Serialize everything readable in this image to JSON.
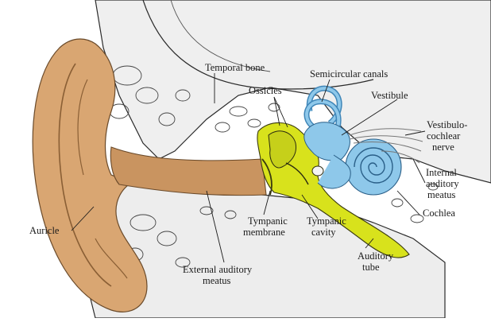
{
  "labels": {
    "temporal_bone": "Temporal bone",
    "semicircular_canals": "Semicircular canals",
    "ossicles": "Ossicles",
    "vestibule": "Vestibule",
    "vestibulocochlear_line1": "Vestibulo-",
    "vestibulocochlear_line2": "cochlear",
    "vestibulocochlear_line3": "nerve",
    "internal_meatus_line1": "Internal",
    "internal_meatus_line2": "auditory",
    "internal_meatus_line3": "meatus",
    "cochlea": "Cochlea",
    "auricle": "Auricle",
    "tympanic_membrane_line1": "Tympanic",
    "tympanic_membrane_line2": "membrane",
    "tympanic_cavity_line1": "Tympanic",
    "tympanic_cavity_line2": "cavity",
    "auditory_tube_line1": "Auditory",
    "auditory_tube_line2": "tube",
    "external_meatus_line1": "External auditory",
    "external_meatus_line2": "meatus"
  },
  "colors": {
    "skin": "#d9a672",
    "skin_shadow": "#b8834f",
    "canal": "#c99460",
    "bone": "#f0f0f0",
    "bone_outline": "#2a2a2a",
    "middle_ear": "#d8e21c",
    "inner_ear": "#8ec8ea",
    "inner_ear_dark": "#3f86b8"
  }
}
